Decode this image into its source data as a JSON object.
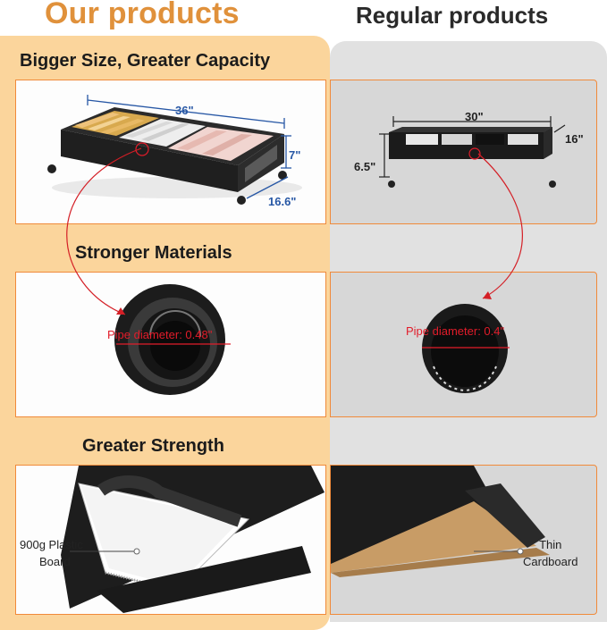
{
  "headers": {
    "left": "Our products",
    "right": "Regular products"
  },
  "sections": {
    "capacity": "Bigger Size, Greater Capacity",
    "materials": "Stronger Materials",
    "strength": "Greater Strength"
  },
  "ours": {
    "length": "36\"",
    "height": "7\"",
    "depth": "16.6\"",
    "pipe": "Pipe diameter: 0.48\"",
    "board": [
      "900g Plastic",
      "Board"
    ]
  },
  "regular": {
    "length": "30\"",
    "height": "6.5\"",
    "depth": "16\"",
    "pipe": "Pipe diameter: 0.4\"",
    "board": [
      "Thin",
      "Cardboard"
    ]
  },
  "colors": {
    "orange": "#e0913b",
    "panel_border": "#f08a3a",
    "left_bg": "#fbd59c",
    "right_bg": "#e1e1e1",
    "dim_blue": "#2757a5",
    "red": "#e21c2a"
  }
}
